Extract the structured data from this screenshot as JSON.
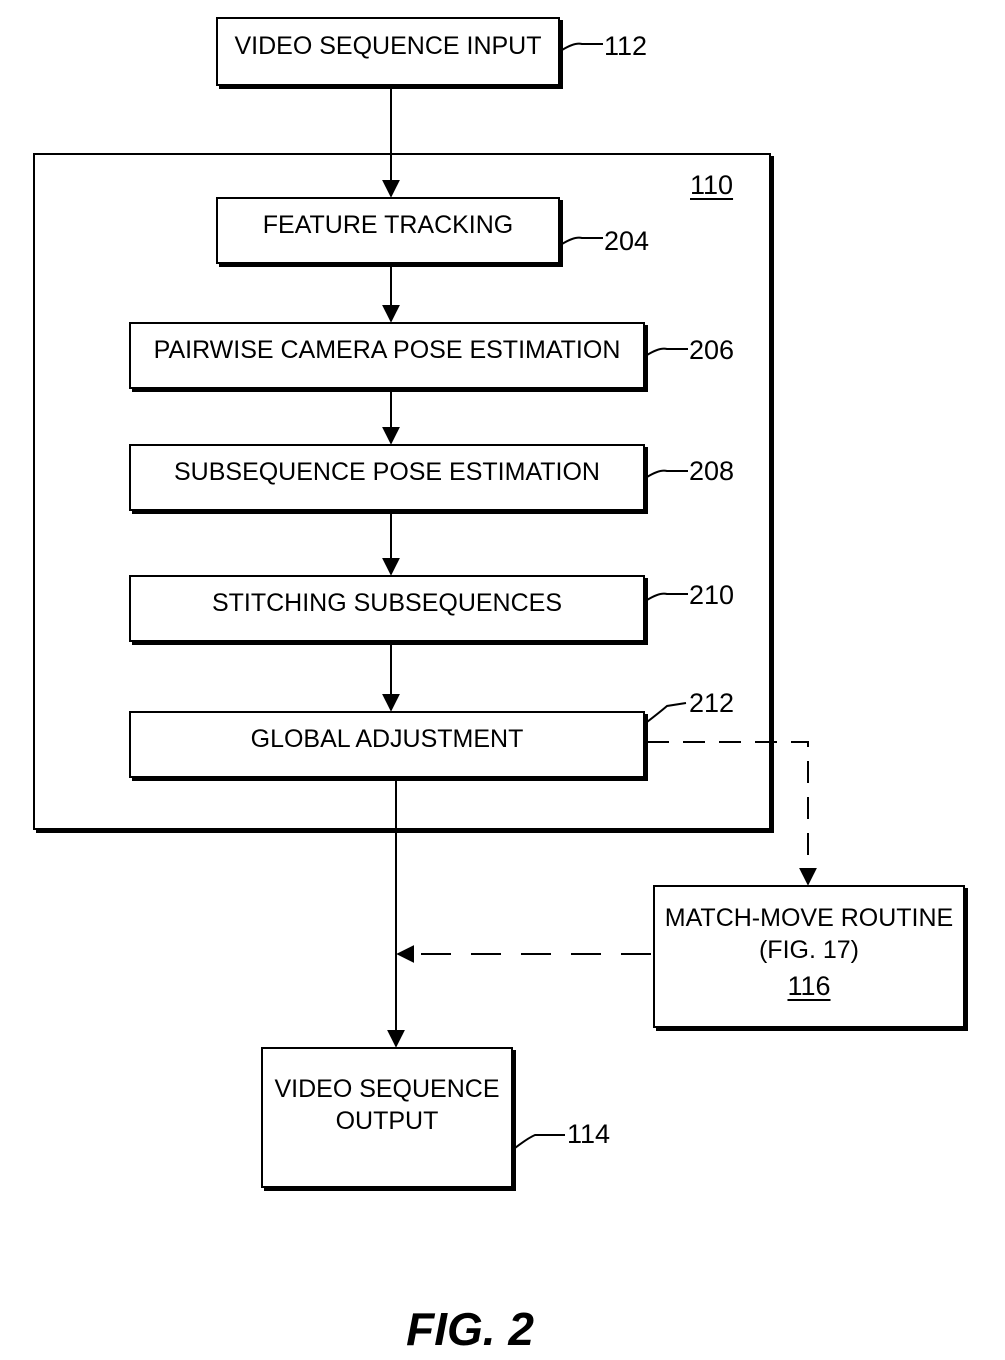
{
  "nodes": {
    "input": {
      "label": "VIDEO SEQUENCE INPUT",
      "ref": "112"
    },
    "container": {
      "ref": "110"
    },
    "feature": {
      "label": "FEATURE TRACKING",
      "ref": "204"
    },
    "pairwise": {
      "label": "PAIRWISE CAMERA POSE ESTIMATION",
      "ref": "206"
    },
    "subseq": {
      "label": "SUBSEQUENCE POSE ESTIMATION",
      "ref": "208"
    },
    "stitch": {
      "label": "STITCHING SUBSEQUENCES",
      "ref": "210"
    },
    "global": {
      "label": "GLOBAL ADJUSTMENT",
      "ref": "212"
    },
    "matchmove": {
      "line1": "MATCH-MOVE ROUTINE",
      "line2": "(FIG. 17)",
      "ref": "116"
    },
    "output": {
      "line1": "VIDEO SEQUENCE",
      "line2": "OUTPUT",
      "ref": "114"
    }
  },
  "edges": [
    {
      "from": "input",
      "to": "feature",
      "style": "solid"
    },
    {
      "from": "feature",
      "to": "pairwise",
      "style": "solid"
    },
    {
      "from": "pairwise",
      "to": "subseq",
      "style": "solid"
    },
    {
      "from": "subseq",
      "to": "stitch",
      "style": "solid"
    },
    {
      "from": "stitch",
      "to": "global",
      "style": "solid"
    },
    {
      "from": "global",
      "to": "output",
      "style": "solid"
    },
    {
      "from": "global",
      "to": "matchmove",
      "style": "dashed"
    },
    {
      "from": "matchmove",
      "to": "global-output-line",
      "style": "dashed"
    }
  ],
  "figure_label": "FIG. 2"
}
